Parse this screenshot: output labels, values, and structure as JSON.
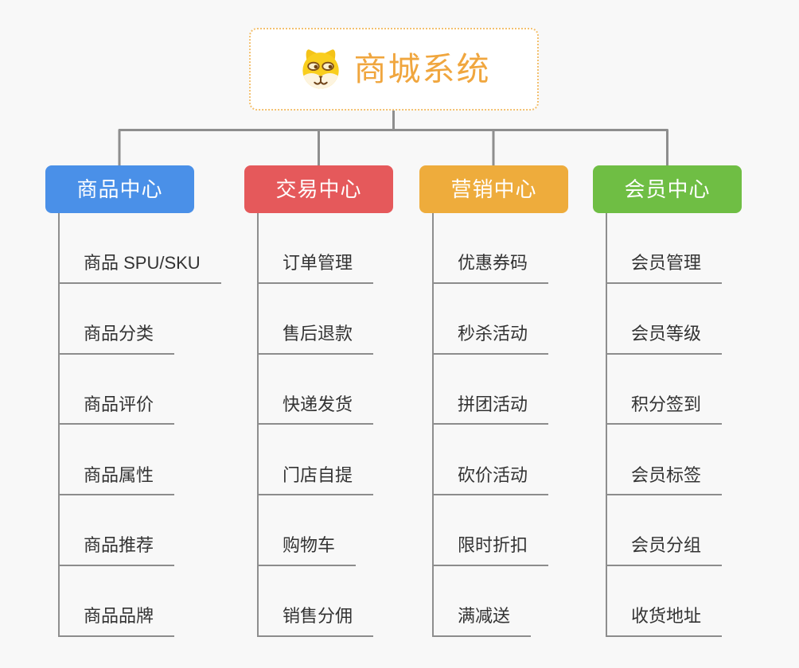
{
  "root": {
    "title": "商城系统",
    "icon": "dog-face-icon"
  },
  "branches": [
    {
      "name": "products",
      "label": "商品中心",
      "color": "#4A90E8",
      "items": [
        "商品 SPU/SKU",
        "商品分类",
        "商品评价",
        "商品属性",
        "商品推荐",
        "商品品牌"
      ]
    },
    {
      "name": "trade",
      "label": "交易中心",
      "color": "#E5595B",
      "items": [
        "订单管理",
        "售后退款",
        "快递发货",
        "门店自提",
        "购物车",
        "销售分佣"
      ]
    },
    {
      "name": "marketing",
      "label": "营销中心",
      "color": "#EEAC3C",
      "items": [
        "优惠券码",
        "秒杀活动",
        "拼团活动",
        "砍价活动",
        "限时折扣",
        "满减送"
      ]
    },
    {
      "name": "members",
      "label": "会员中心",
      "color": "#6FBE44",
      "items": [
        "会员管理",
        "会员等级",
        "积分签到",
        "会员标签",
        "会员分组",
        "收货地址"
      ]
    }
  ],
  "colors": {
    "background": "#F8F8F8",
    "connector": "#8E8E8E",
    "leaf_text": "#333333",
    "leaf_underline": "#8C8C8C",
    "root_title": "#F0A63E",
    "root_border": "#F3C06F",
    "root_background": "#FFFFFF",
    "header_text": "#FFFFFF"
  }
}
